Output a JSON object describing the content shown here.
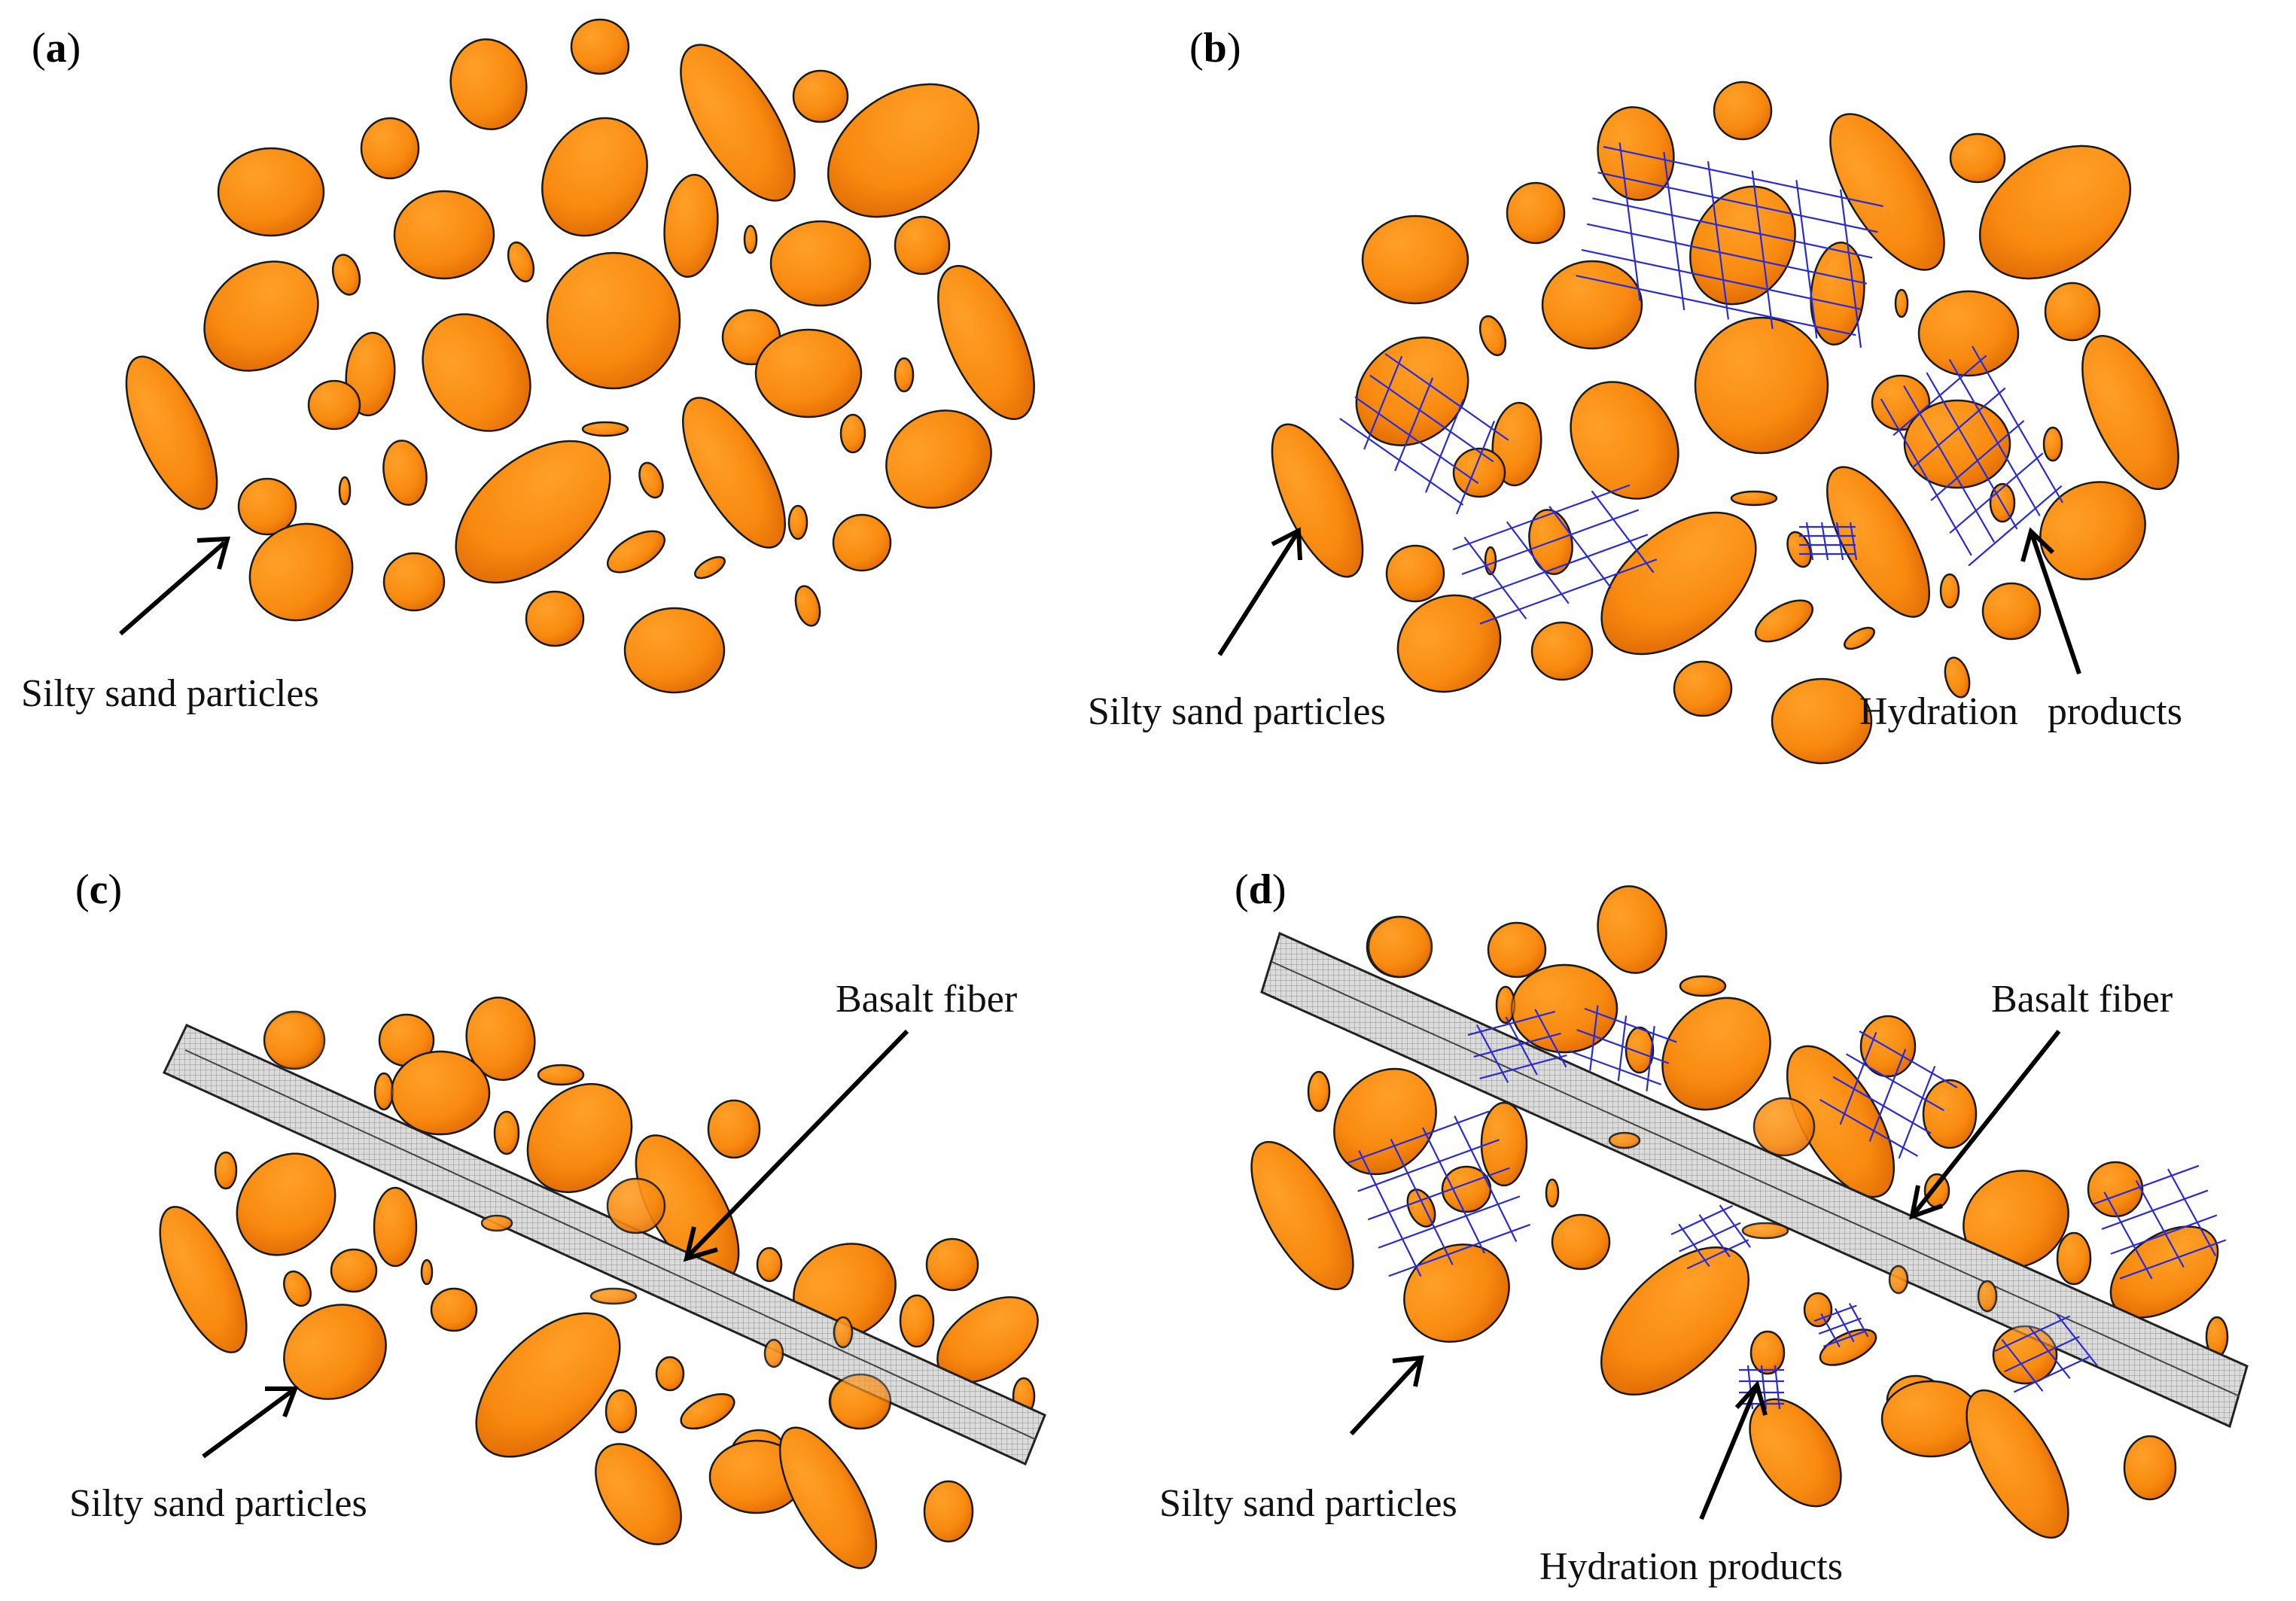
{
  "colors": {
    "particle_light": "#ff9a1f",
    "particle_dark": "#e06a00",
    "particle_edge": "#1a1a1a",
    "hydration": "#2b2bd6",
    "fiber_fill": "#d4d4d4",
    "fiber_grid": "#8a8a8a",
    "arrow": "#000000"
  },
  "panels": [
    {
      "id": "a",
      "label_open": "(",
      "label_letter": "a",
      "label_close": ")",
      "callouts": [
        {
          "id": "silty-sand",
          "text": "Silty sand particles"
        }
      ]
    },
    {
      "id": "b",
      "label_open": "(",
      "label_letter": "b",
      "label_close": ")",
      "callouts": [
        {
          "id": "silty-sand",
          "text": "Silty sand particles"
        },
        {
          "id": "hydration",
          "text": "Hydration   products"
        }
      ]
    },
    {
      "id": "c",
      "label_open": "(",
      "label_letter": "c",
      "label_close": ")",
      "callouts": [
        {
          "id": "basalt-fiber",
          "text": "Basalt fiber"
        },
        {
          "id": "silty-sand",
          "text": "Silty sand particles"
        }
      ]
    },
    {
      "id": "d",
      "label_open": "(",
      "label_letter": "d",
      "label_close": ")",
      "callouts": [
        {
          "id": "basalt-fiber",
          "text": "Basalt fiber"
        },
        {
          "id": "silty-sand",
          "text": "Silty sand particles"
        },
        {
          "id": "hydration",
          "text": "Hydration products"
        }
      ]
    }
  ]
}
